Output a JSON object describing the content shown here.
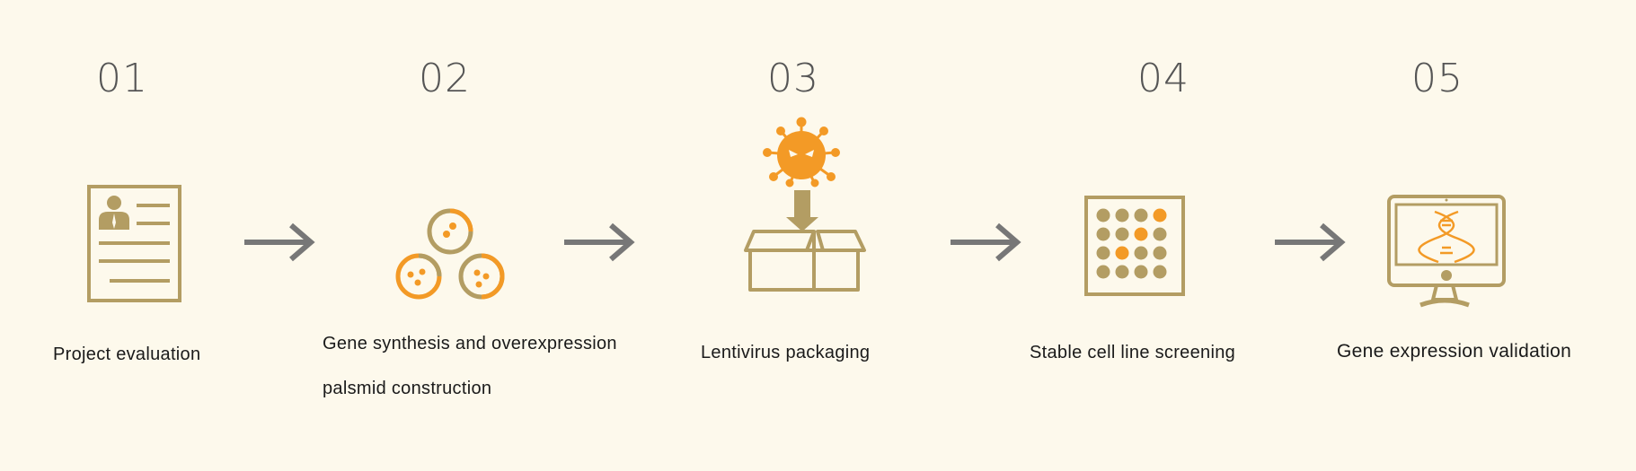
{
  "colors": {
    "background": "#fdf9ec",
    "gold": "#b39d63",
    "orange": "#f39a26",
    "arrow": "#777777",
    "number": "#555555"
  },
  "steps": [
    {
      "number": "01",
      "label": "Project evaluation",
      "icon": "resume-document-icon"
    },
    {
      "number": "02",
      "label_line1": "Gene synthesis and overexpression",
      "label_line2": "palsmid construction",
      "icon": "cells-petri-icon"
    },
    {
      "number": "03",
      "label": "Lentivirus packaging",
      "icon": "virus-into-box-icon"
    },
    {
      "number": "04",
      "label": "Stable cell line screening",
      "icon": "well-plate-icon"
    },
    {
      "number": "05",
      "label": "Gene expression validation",
      "icon": "monitor-dna-icon"
    }
  ]
}
